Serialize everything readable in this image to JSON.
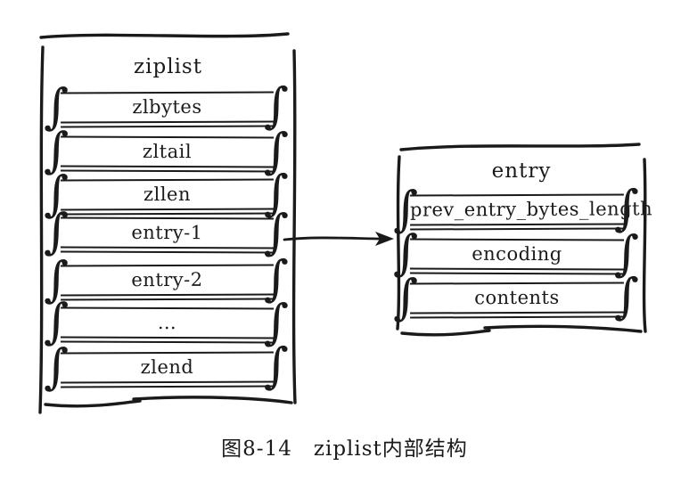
{
  "figure": {
    "left_box": {
      "title": "ziplist",
      "rows": [
        "zlbytes",
        "zltail",
        "zllen",
        "entry-1",
        "entry-2",
        "…",
        "zlend"
      ]
    },
    "right_box": {
      "title": "entry",
      "rows": [
        "prev_entry_bytes_length",
        "encoding",
        "contents"
      ]
    },
    "arrow": {
      "from": "entry-1",
      "to": "entry"
    },
    "brace_glyph": "∫",
    "caption": "图8-14　ziplist内部结构"
  },
  "colors": {
    "ink": "#1a1a1a",
    "background": "#ffffff"
  }
}
